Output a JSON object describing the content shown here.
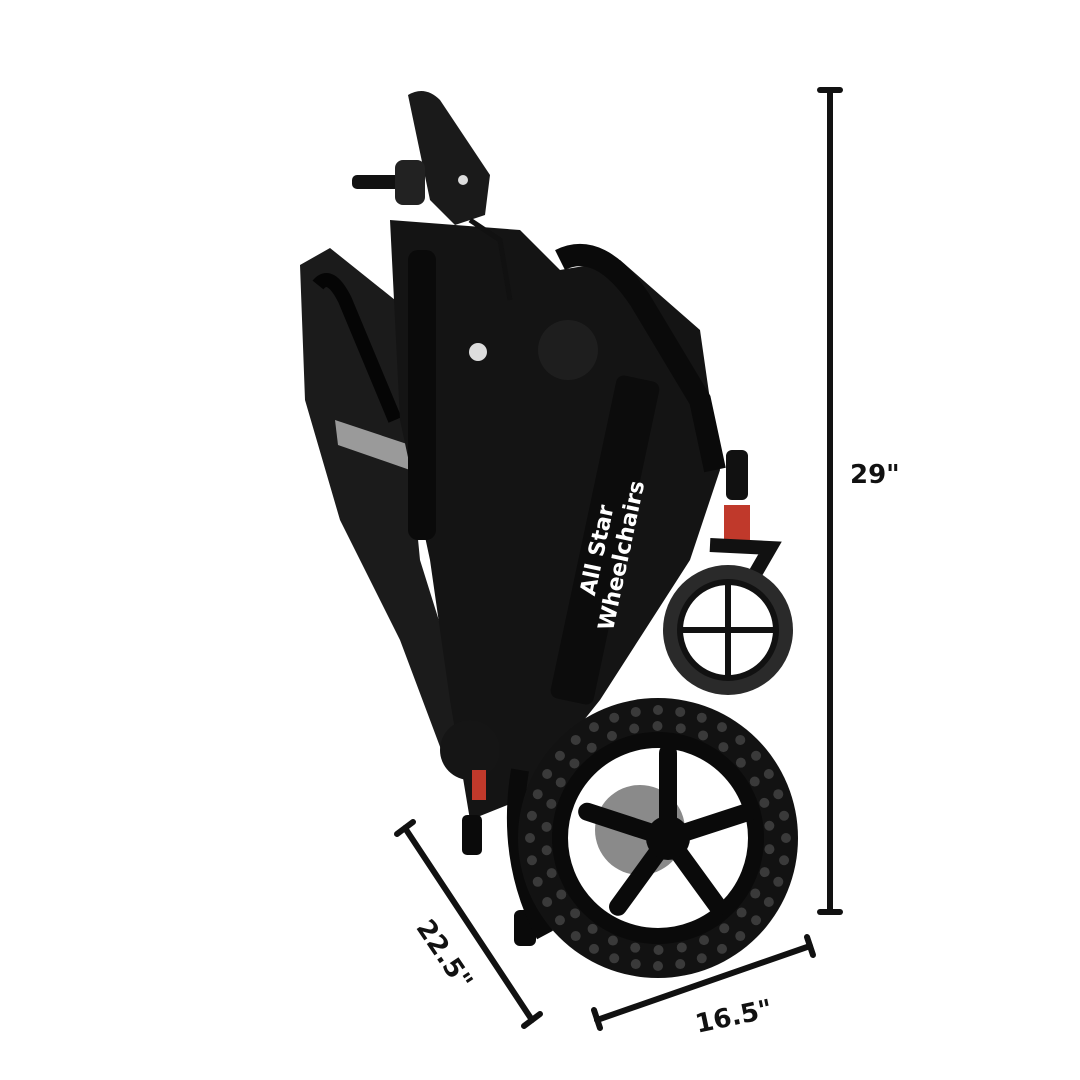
{
  "product": {
    "brand_text": "All Star Wheelchairs"
  },
  "dimensions": {
    "height": "29\"",
    "depth": "22.5\"",
    "width": "16.5\""
  },
  "colors": {
    "frame": "#151515",
    "dimension_line": "#111111",
    "spring": "#c0392b",
    "reflector": "#9a9a9a"
  }
}
